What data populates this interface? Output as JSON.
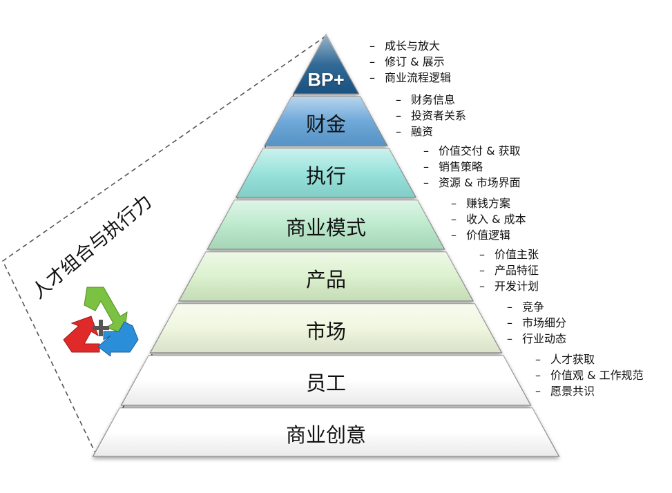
{
  "pyramid": {
    "tiers": [
      {
        "label": "BP+",
        "color": "#1a5a8c",
        "bullets": [
          "成长与放大",
          "修订 & 展示",
          "商业流程逻辑"
        ]
      },
      {
        "label": "财金",
        "color": "#5ea0d6",
        "bullets": [
          "财务信息",
          "投资者关系",
          "融资"
        ]
      },
      {
        "label": "执行",
        "color": "#8ee0d8",
        "bullets": [
          "价值交付 & 获取",
          "销售策略",
          "资源 & 市场界面"
        ]
      },
      {
        "label": "商业模式",
        "color": "#b6e8c8",
        "bullets": [
          "赚钱方案",
          "收入 & 成本",
          "价值逻辑"
        ]
      },
      {
        "label": "产品",
        "color": "#d8f0c8",
        "bullets": [
          "价值主张",
          "产品特征",
          "开发计划"
        ]
      },
      {
        "label": "市场",
        "color": "#eef6dc",
        "bullets": [
          "竞争",
          "市场细分",
          "行业动态"
        ]
      },
      {
        "label": "员工",
        "color": "#ffffff",
        "bullets": [
          "人才获取",
          "价值观 & 工作规范",
          "愿景共识"
        ]
      },
      {
        "label": "商业创意",
        "color": "#ffffff",
        "bullets": []
      }
    ]
  },
  "side_panel": {
    "label": "人才组合与执行力",
    "logo_icon": "recycle-plus-icon",
    "logo_colors": {
      "green": "#7cc242",
      "red": "#e02a2a",
      "blue": "#2a8fd8"
    }
  }
}
